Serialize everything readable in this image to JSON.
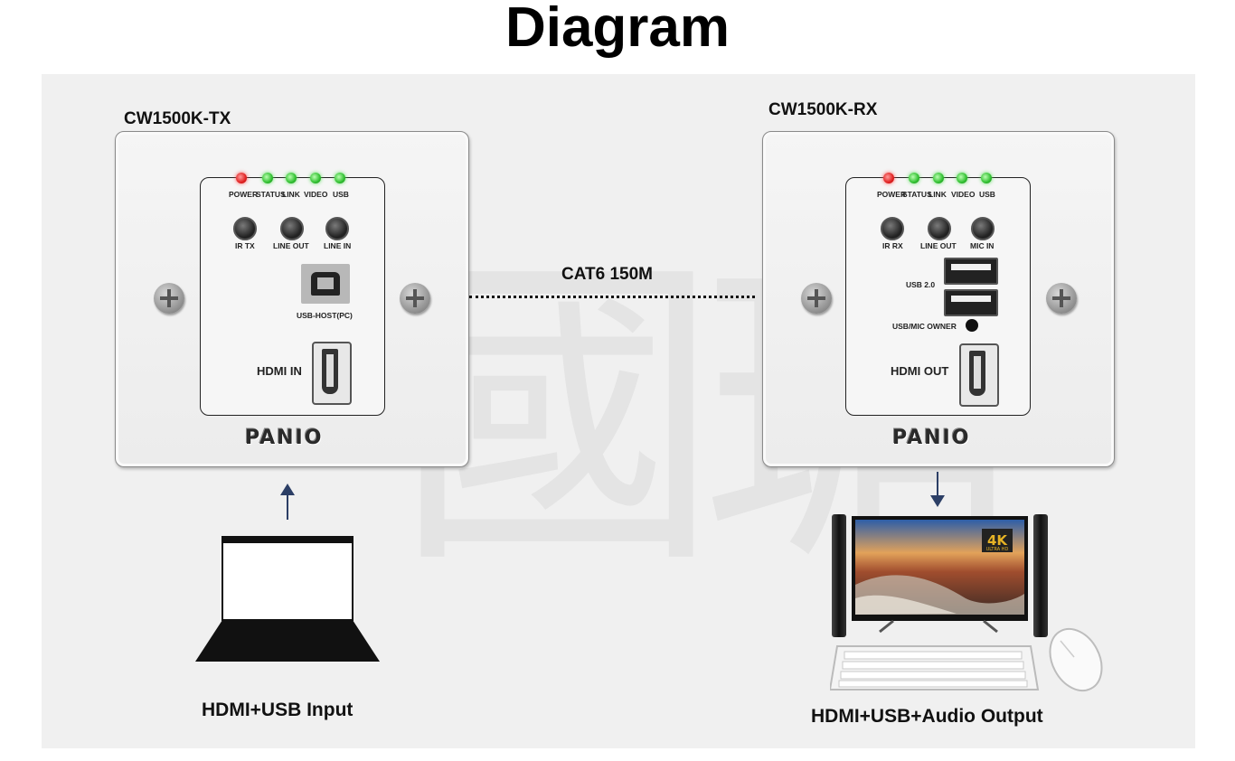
{
  "title": "Diagram",
  "watermark": "國瑭",
  "link": {
    "label": "CAT6 150M"
  },
  "tx": {
    "model": "CW1500K-TX",
    "leds": [
      "POWER",
      "STATUS",
      "LINK",
      "VIDEO",
      "USB"
    ],
    "jacks": [
      "IR TX",
      "LINE OUT",
      "LINE IN"
    ],
    "usb_port_label": "USB-HOST(PC)",
    "hdmi_label": "HDMI IN",
    "brand": "PANIO"
  },
  "rx": {
    "model": "CW1500K-RX",
    "leds": [
      "POWER",
      "STATUS",
      "LINK",
      "VIDEO",
      "USB"
    ],
    "jacks": [
      "IR RX",
      "LINE OUT",
      "MIC IN"
    ],
    "usb_label": "USB 2.0",
    "usb_mic_owner_label": "USB/MIC OWNER",
    "hdmi_label": "HDMI OUT",
    "brand": "PANIO"
  },
  "input": {
    "caption": "HDMI+USB Input"
  },
  "output": {
    "caption": "HDMI+USB+Audio Output",
    "badge_4k": "4K",
    "badge_sub": "ULTRA HD"
  },
  "colors": {
    "led_power": "#e02020",
    "led_ok": "#2fbf2f",
    "arrow": "#2c3f66"
  }
}
